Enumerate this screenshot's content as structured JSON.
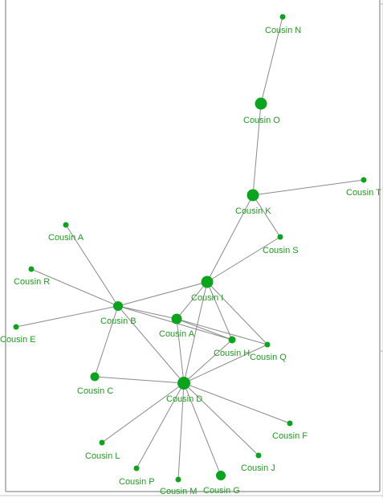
{
  "graph": {
    "nodes": [
      {
        "id": "N",
        "label": "Cousin N"
      },
      {
        "id": "O",
        "label": "Cousin O"
      },
      {
        "id": "T",
        "label": "Cousin T"
      },
      {
        "id": "K",
        "label": "Cousin K"
      },
      {
        "id": "S",
        "label": "Cousin S"
      },
      {
        "id": "A1",
        "label": "Cousin A"
      },
      {
        "id": "R",
        "label": "Cousin R"
      },
      {
        "id": "I",
        "label": "Cousin I"
      },
      {
        "id": "E",
        "label": "Cousin E"
      },
      {
        "id": "B",
        "label": "Cousin B"
      },
      {
        "id": "A2",
        "label": "Cousin A"
      },
      {
        "id": "H",
        "label": "Cousin H"
      },
      {
        "id": "Q",
        "label": "Cousin Q"
      },
      {
        "id": "C",
        "label": "Cousin C"
      },
      {
        "id": "D",
        "label": "Cousin D"
      },
      {
        "id": "F",
        "label": "Cousin F"
      },
      {
        "id": "L",
        "label": "Cousin L"
      },
      {
        "id": "J",
        "label": "Cousin J"
      },
      {
        "id": "P",
        "label": "Cousin P"
      },
      {
        "id": "M",
        "label": "Cousin M"
      },
      {
        "id": "G",
        "label": "Cousin G"
      }
    ],
    "edges": [
      [
        "N",
        "O"
      ],
      [
        "O",
        "K"
      ],
      [
        "K",
        "T"
      ],
      [
        "K",
        "S"
      ],
      [
        "K",
        "I"
      ],
      [
        "S",
        "I"
      ],
      [
        "A1",
        "B"
      ],
      [
        "R",
        "B"
      ],
      [
        "E",
        "B"
      ],
      [
        "B",
        "I"
      ],
      [
        "B",
        "A2"
      ],
      [
        "B",
        "H"
      ],
      [
        "B",
        "C"
      ],
      [
        "B",
        "D"
      ],
      [
        "I",
        "A2"
      ],
      [
        "I",
        "H"
      ],
      [
        "I",
        "Q"
      ],
      [
        "I",
        "D"
      ],
      [
        "A2",
        "H"
      ],
      [
        "A2",
        "Q"
      ],
      [
        "A2",
        "D"
      ],
      [
        "H",
        "D"
      ],
      [
        "Q",
        "D"
      ],
      [
        "C",
        "D"
      ],
      [
        "D",
        "F"
      ],
      [
        "D",
        "L"
      ],
      [
        "D",
        "J"
      ],
      [
        "D",
        "P"
      ],
      [
        "D",
        "M"
      ],
      [
        "D",
        "G"
      ]
    ]
  }
}
